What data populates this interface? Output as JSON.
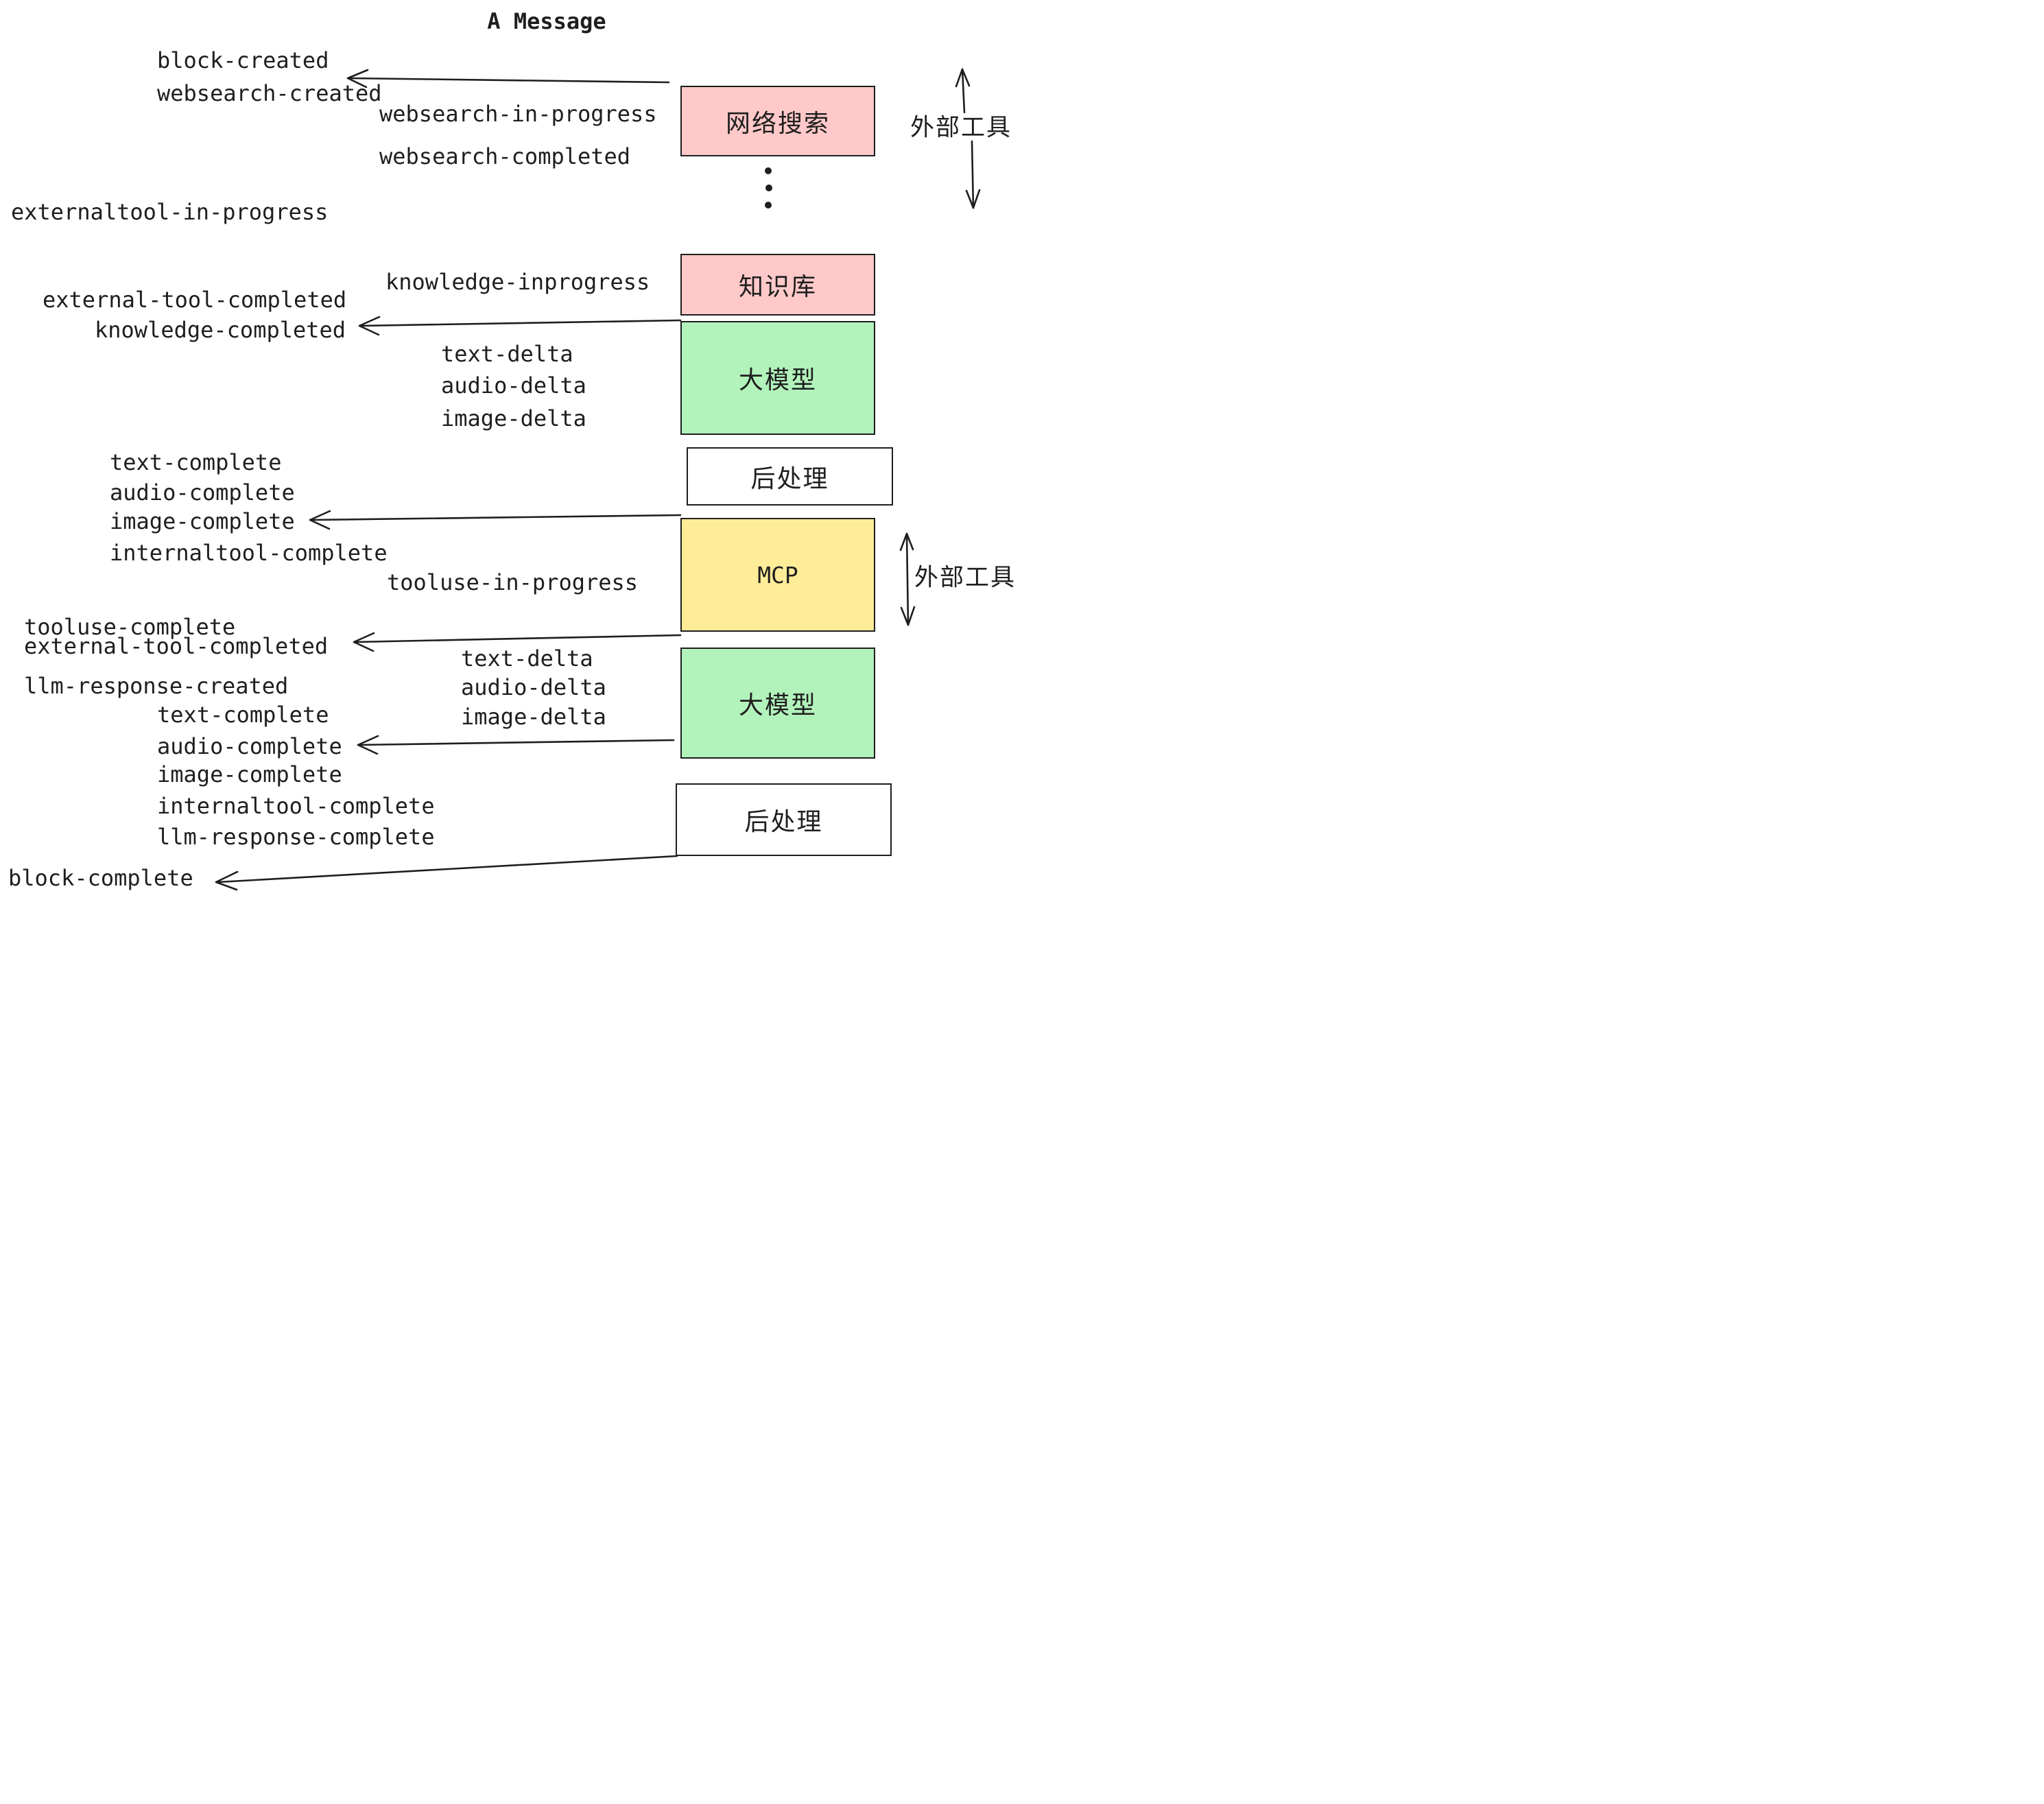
{
  "title": "A Message",
  "colors": {
    "ink": "#1e1e1e",
    "pink": "#ffc9c9",
    "green": "#b2f2bb",
    "yellow": "#ffec99",
    "white": "#ffffff"
  },
  "boxes": [
    {
      "id": "websearch",
      "label": "网络搜索",
      "fill": "#ffc9c9"
    },
    {
      "id": "knowledge",
      "label": "知识库",
      "fill": "#ffc9c9"
    },
    {
      "id": "llm-1",
      "label": "大模型",
      "fill": "#b2f2bb"
    },
    {
      "id": "postprocess-1",
      "label": "后处理",
      "fill": "#ffffff"
    },
    {
      "id": "mcp",
      "label": "MCP",
      "fill": "#ffec99"
    },
    {
      "id": "llm-2",
      "label": "大模型",
      "fill": "#b2f2bb"
    },
    {
      "id": "postprocess-2",
      "label": "后处理",
      "fill": "#ffffff"
    }
  ],
  "events": [
    {
      "text": "block-created"
    },
    {
      "text": "websearch-created"
    },
    {
      "text": "websearch-in-progress"
    },
    {
      "text": "websearch-completed"
    },
    {
      "text": "externaltool-in-progress"
    },
    {
      "text": "knowledge-inprogress"
    },
    {
      "text": "external-tool-completed"
    },
    {
      "text": "knowledge-completed"
    },
    {
      "text": "text-delta"
    },
    {
      "text": "audio-delta"
    },
    {
      "text": "image-delta"
    },
    {
      "text": "text-complete"
    },
    {
      "text": "audio-complete"
    },
    {
      "text": "image-complete"
    },
    {
      "text": "internaltool-complete"
    },
    {
      "text": "tooluse-in-progress"
    },
    {
      "text": "tooluse-complete"
    },
    {
      "text": "external-tool-completed"
    },
    {
      "text": "llm-response-created"
    },
    {
      "text": "text-complete"
    },
    {
      "text": "audio-complete"
    },
    {
      "text": "image-complete"
    },
    {
      "text": "internaltool-complete"
    },
    {
      "text": "llm-response-complete"
    },
    {
      "text": "block-complete"
    },
    {
      "text": "text-delta"
    },
    {
      "text": "audio-delta"
    },
    {
      "text": "image-delta"
    }
  ],
  "annotations": [
    {
      "text": "外部工具"
    },
    {
      "text": "外部工具"
    }
  ]
}
